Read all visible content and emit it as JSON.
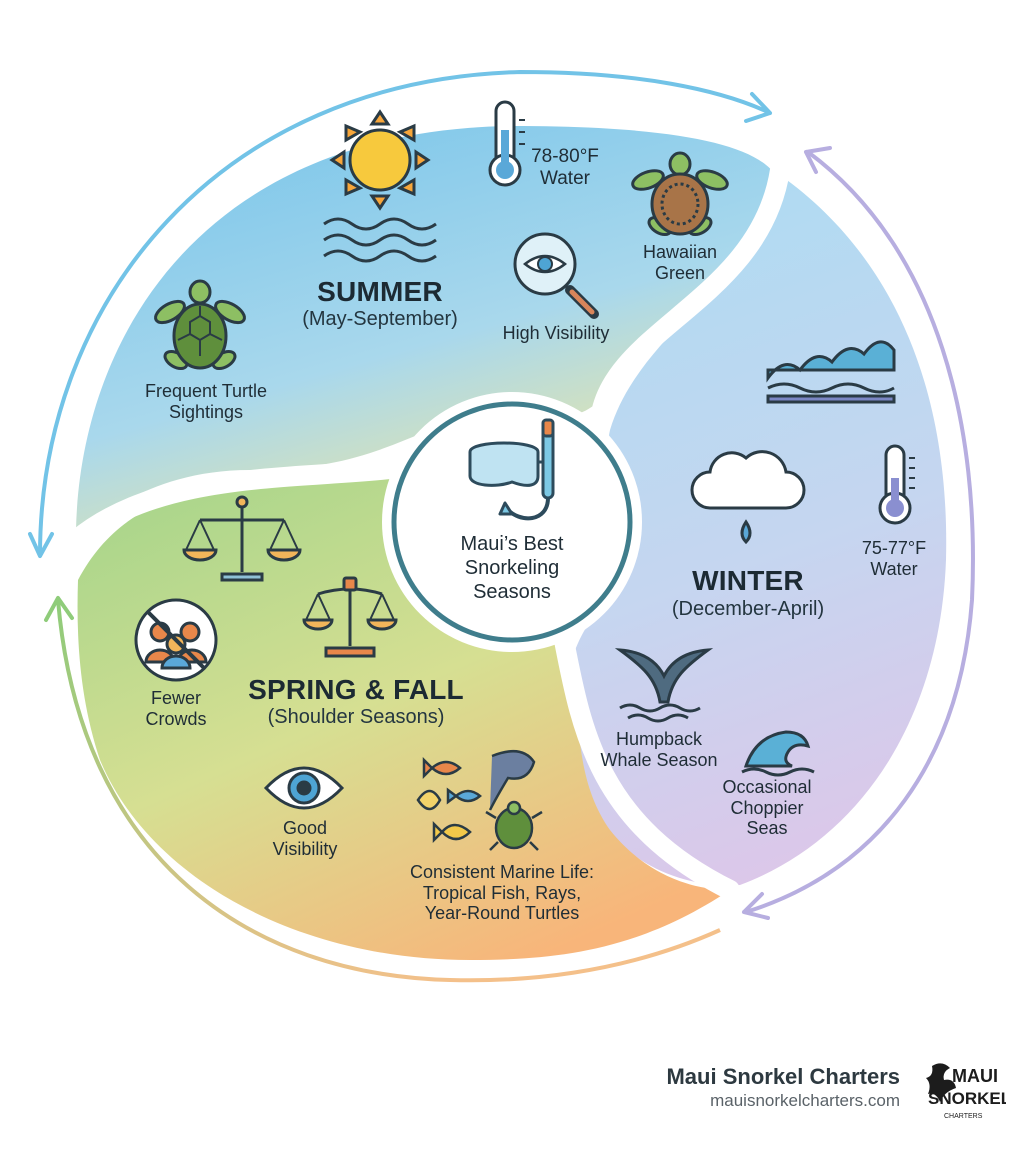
{
  "center": {
    "title_line1": "Maui’s Best",
    "title_line2": "Snorkeling",
    "title_line3": "Seasons"
  },
  "summer": {
    "title": "SUMMER",
    "subtitle": "(May-September)",
    "water_temp_line1": "78-80°F",
    "water_temp_line2": "Water",
    "turtle_line1": "Hawaiian",
    "turtle_line2": "Green",
    "visibility": "High Visibility",
    "sightings_line1": "Frequent Turtle",
    "sightings_line2": "Sightings"
  },
  "winter": {
    "title": "WINTER",
    "subtitle": "(December-April)",
    "water_temp_line1": "75-77°F",
    "water_temp_line2": "Water",
    "whale_line1": "Humpback",
    "whale_line2": "Whale Season",
    "seas_line1": "Occasional",
    "seas_line2": "Choppier",
    "seas_line3": "Seas"
  },
  "shoulder": {
    "title": "SPRING & FALL",
    "subtitle": "(Shoulder Seasons)",
    "crowds_line1": "Fewer",
    "crowds_line2": "Crowds",
    "visibility_line1": "Good",
    "visibility_line2": "Visibility",
    "marine_line1": "Consistent Marine Life:",
    "marine_line2": "Tropical Fish, Rays,",
    "marine_line3": "Year-Round Turtles"
  },
  "footer": {
    "brand": "Maui Snorkel Charters",
    "url": "mauisnorkelcharters.com",
    "logo_text_top": "MAUI",
    "logo_text_mid": "SNORKEL",
    "logo_text_bottom": "CHARTERS"
  },
  "colors": {
    "summer_blue": "#7cc7e8",
    "summer_yellow": "#f6e79a",
    "winter_blue": "#b9dcf3",
    "winter_lavender": "#d8c8ea",
    "spring_green": "#a9d48a",
    "fall_orange": "#f7b77a",
    "center_ring": "#3f7d8c"
  }
}
